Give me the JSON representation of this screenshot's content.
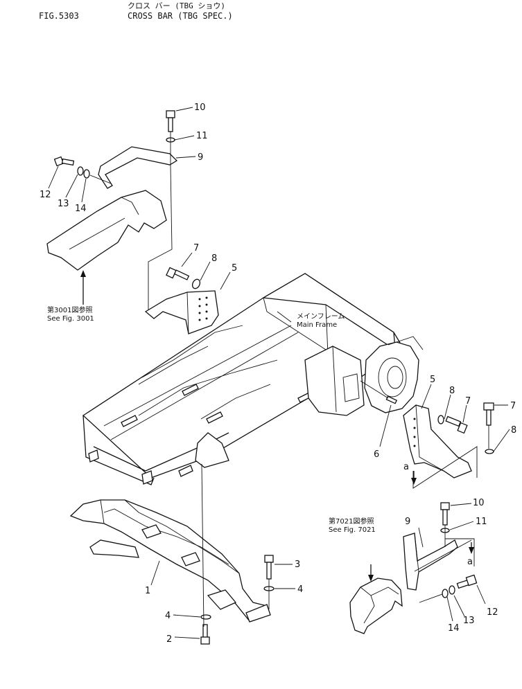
{
  "header": {
    "figure_id": "FIG.5303",
    "title_jp": "クロス バー (TBG ショウ)",
    "title_en": "CROSS BAR (TBG SPEC.)"
  },
  "callouts": {
    "c10_top": "10",
    "c11_top": "11",
    "c9_top": "9",
    "c12_top": "12",
    "c13_top": "13",
    "c14_top": "14",
    "c7_mid": "7",
    "c8_mid": "8",
    "c5_mid": "5",
    "c5_right": "5",
    "c8_right": "8",
    "c7_right": "7",
    "c7_far": "7",
    "c8_far": "8",
    "c6": "6",
    "c10_low": "10",
    "c11_low": "11",
    "c9_low": "9",
    "c12_low": "12",
    "c13_low": "13",
    "c14_low": "14",
    "c3": "3",
    "c4_right": "4",
    "c4_left": "4",
    "c2": "2",
    "c1": "1",
    "a_upper": "a",
    "a_lower": "a"
  },
  "references": {
    "fig3001_jp": "第3001図参照",
    "fig3001_en": "See Fig. 3001",
    "fig7021_jp": "第7021図参照",
    "fig7021_en": "See Fig. 7021",
    "main_frame_jp": "メインフレーム",
    "main_frame_en": "Main Frame"
  }
}
